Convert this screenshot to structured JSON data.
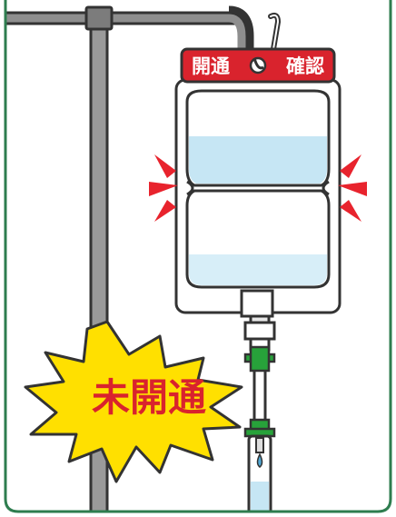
{
  "bag_tab": {
    "left_label": "開通",
    "right_label": "確認"
  },
  "burst": {
    "text": "未開通"
  },
  "colors": {
    "frame_border": "#2e7d4f",
    "tab_red": "#d9232d",
    "burst_fill": "#ffe000",
    "burst_text": "#d9232d",
    "liquid": "#c6e6f4",
    "connector_green": "#27a23a",
    "pole_gray": "#9a9a9a"
  },
  "icons": [
    "iv-pole",
    "iv-bag",
    "hanger-hook",
    "alert-marks",
    "burst-star",
    "drip-chamber"
  ]
}
